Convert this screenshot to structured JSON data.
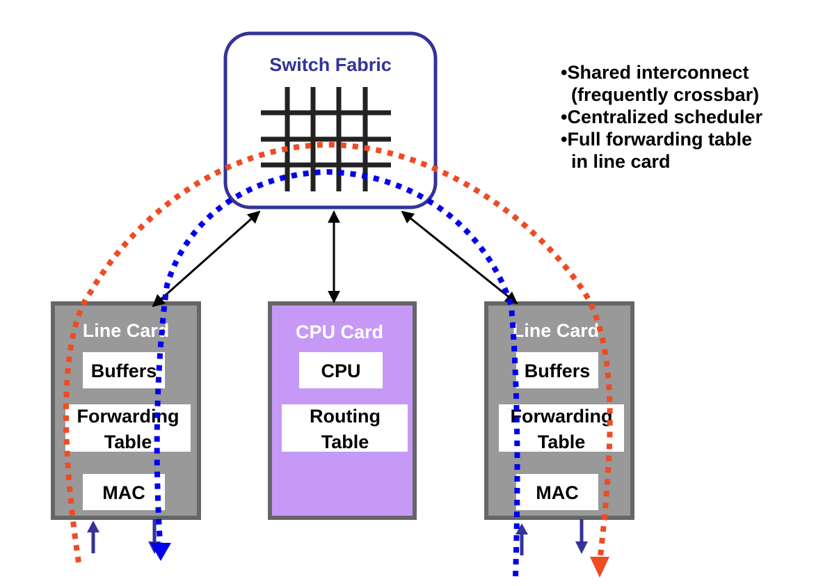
{
  "switch_fabric": {
    "title": "Switch Fabric",
    "icon": "crossbar-grid-icon"
  },
  "bullets": [
    "•Shared interconnect",
    "  (frequently crossbar)",
    "•Centralized scheduler",
    "•Full forwarding table",
    "  in line card"
  ],
  "cards": {
    "left_line_card": {
      "title": "Line Card",
      "buffers": "Buffers",
      "forwarding_table_line1": "Forwarding",
      "forwarding_table_line2": "Table",
      "mac": "MAC"
    },
    "cpu_card": {
      "title": "CPU Card",
      "cpu": "CPU",
      "routing_table_line1": "Routing",
      "routing_table_line2": "Table"
    },
    "right_line_card": {
      "title": "Line Card",
      "buffers": "Buffers",
      "forwarding_table_line1": "Forwarding",
      "forwarding_table_line2": "Table",
      "mac": "MAC"
    }
  },
  "colors": {
    "fabric_border": "#333399",
    "line_card_fill": "#999999",
    "line_card_border": "#666666",
    "cpu_card_fill": "#c699f7",
    "grid": "#222222",
    "path_red": "#ee4b25",
    "path_blue": "#0000ee",
    "io_arrow": "#333399"
  }
}
